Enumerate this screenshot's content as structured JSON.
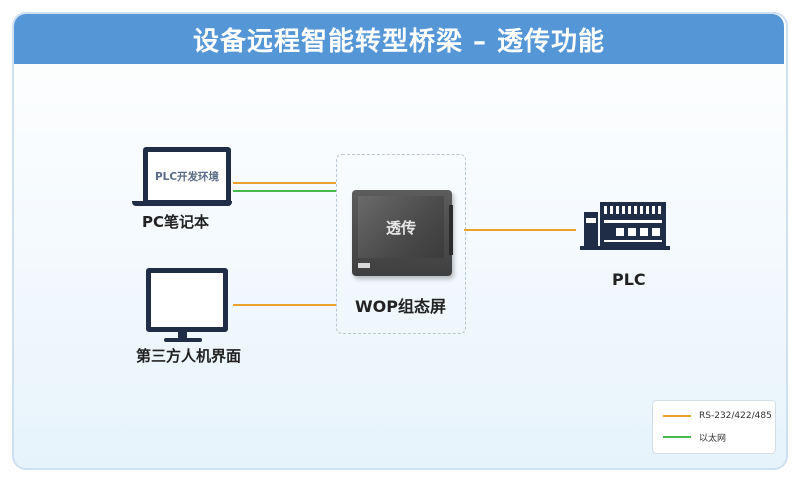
{
  "title": "设备远程智能转型桥梁 – 透传功能",
  "nodes": {
    "laptop": {
      "screen_text": "PLC开发环境",
      "label": "PC笔记本"
    },
    "hmi": {
      "label": "第三方人机界面"
    },
    "wop": {
      "screen_text": "透传",
      "label": "WOP组态屏"
    },
    "plc": {
      "label": "PLC"
    }
  },
  "legend": {
    "items": [
      {
        "label": "RS-232/422/485",
        "color": "#eba22c"
      },
      {
        "label": "以太网",
        "color": "#46b94a"
      }
    ]
  },
  "colors": {
    "title_bar": "#5596d7",
    "serial_line": "#eba22c",
    "ethernet_line": "#46b94a",
    "device_dark": "#1f2d46"
  }
}
